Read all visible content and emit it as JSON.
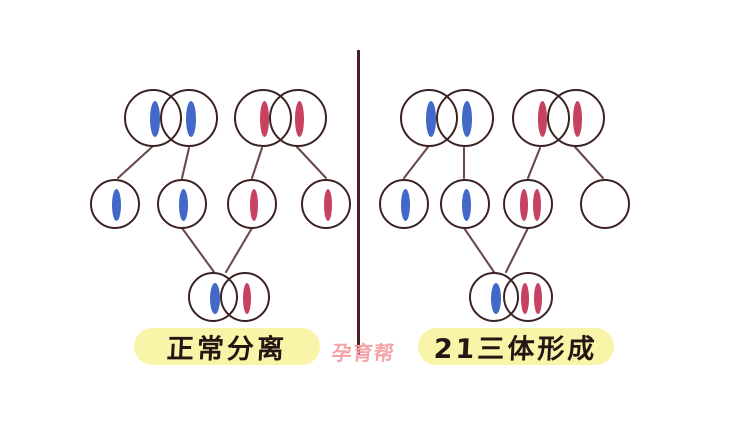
{
  "diagram": {
    "title_left": "正常分离",
    "title_right": "21三体形成",
    "watermark": "孕育帮",
    "colors": {
      "blue_chromosome": "#4268c8",
      "red_chromosome": "#c84160",
      "cell_outline": "#3a2322",
      "divider": "#4a1f22",
      "highlight": "#f8f5a8",
      "watermark": "#f3a0a4",
      "background": "#ffffff"
    },
    "left_panel": {
      "label": "正常分离",
      "row_top": [
        {
          "name": "parent-cell-blue-pair-left",
          "chromosomes": [
            "blue"
          ]
        },
        {
          "name": "parent-cell-blue-pair-right",
          "chromosomes": [
            "blue"
          ]
        },
        {
          "name": "parent-cell-red-pair-left",
          "chromosomes": [
            "red"
          ]
        },
        {
          "name": "parent-cell-red-pair-right",
          "chromosomes": [
            "red"
          ]
        }
      ],
      "row_middle": [
        {
          "name": "gamete-blue-1",
          "chromosomes": [
            "blue"
          ]
        },
        {
          "name": "gamete-blue-2",
          "chromosomes": [
            "blue"
          ]
        },
        {
          "name": "gamete-red-1",
          "chromosomes": [
            "red"
          ]
        },
        {
          "name": "gamete-red-2",
          "chromosomes": [
            "red"
          ]
        }
      ],
      "row_bottom": [
        {
          "name": "zygote-left",
          "chromosomes": [
            "blue"
          ]
        },
        {
          "name": "zygote-right",
          "chromosomes": [
            "red"
          ]
        }
      ]
    },
    "right_panel": {
      "label": "21三体形成",
      "row_top": [
        {
          "name": "parent-cell-blue-pair-left",
          "chromosomes": [
            "blue"
          ]
        },
        {
          "name": "parent-cell-blue-pair-right",
          "chromosomes": [
            "blue"
          ]
        },
        {
          "name": "parent-cell-red-pair-left",
          "chromosomes": [
            "red"
          ]
        },
        {
          "name": "parent-cell-red-pair-right",
          "chromosomes": [
            "red"
          ]
        }
      ],
      "row_middle": [
        {
          "name": "gamete-blue-1",
          "chromosomes": [
            "blue"
          ]
        },
        {
          "name": "gamete-blue-2",
          "chromosomes": [
            "blue"
          ]
        },
        {
          "name": "gamete-red-double",
          "chromosomes": [
            "red",
            "red"
          ]
        },
        {
          "name": "gamete-empty",
          "chromosomes": []
        }
      ],
      "row_bottom": [
        {
          "name": "zygote-left",
          "chromosomes": [
            "blue"
          ]
        },
        {
          "name": "zygote-right",
          "chromosomes": [
            "red",
            "red"
          ]
        }
      ]
    }
  }
}
